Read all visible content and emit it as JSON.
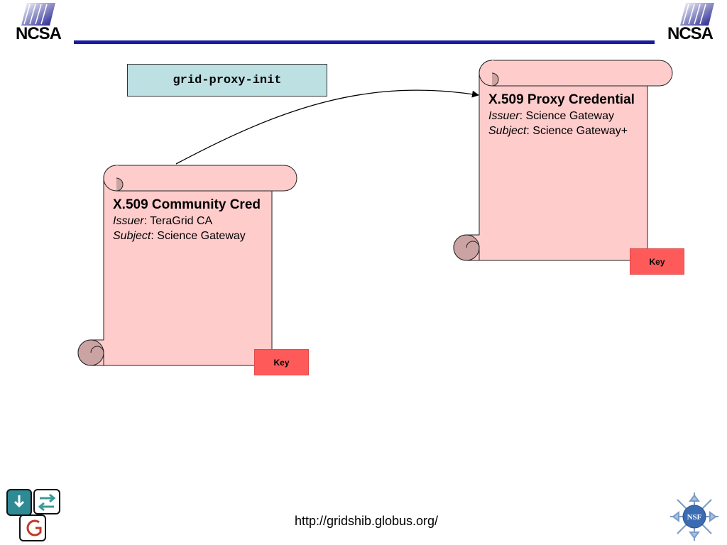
{
  "header": {
    "logo_left_text": "NCSA",
    "logo_right_text": "NCSA",
    "rule_color": "#1a1a9c"
  },
  "command": {
    "label": "grid-proxy-init",
    "fill": "#bde0e3"
  },
  "community_cred": {
    "title": "X.509 Community Cred",
    "issuer_label": "Issuer",
    "issuer_value": ": TeraGrid CA",
    "subject_label": "Subject",
    "subject_value": ": Science Gateway",
    "key_label": "Key"
  },
  "proxy_cred": {
    "title": "X.509 Proxy Credential",
    "issuer_label": "Issuer",
    "issuer_value": ": Science Gateway",
    "subject_label": "Subject",
    "subject_value": ": Science Gateway+",
    "key_label": "Key"
  },
  "colors": {
    "scroll_fill": "#ffcccc",
    "curl_fill": "#cca3a3",
    "key_fill": "#ff5a5a"
  },
  "footer": {
    "url": "http://gridshib.globus.org/",
    "left_logo_icon": "gridshib-logo-icon",
    "right_logo_icon": "nsf-logo-icon",
    "right_logo_text": "NSF"
  }
}
